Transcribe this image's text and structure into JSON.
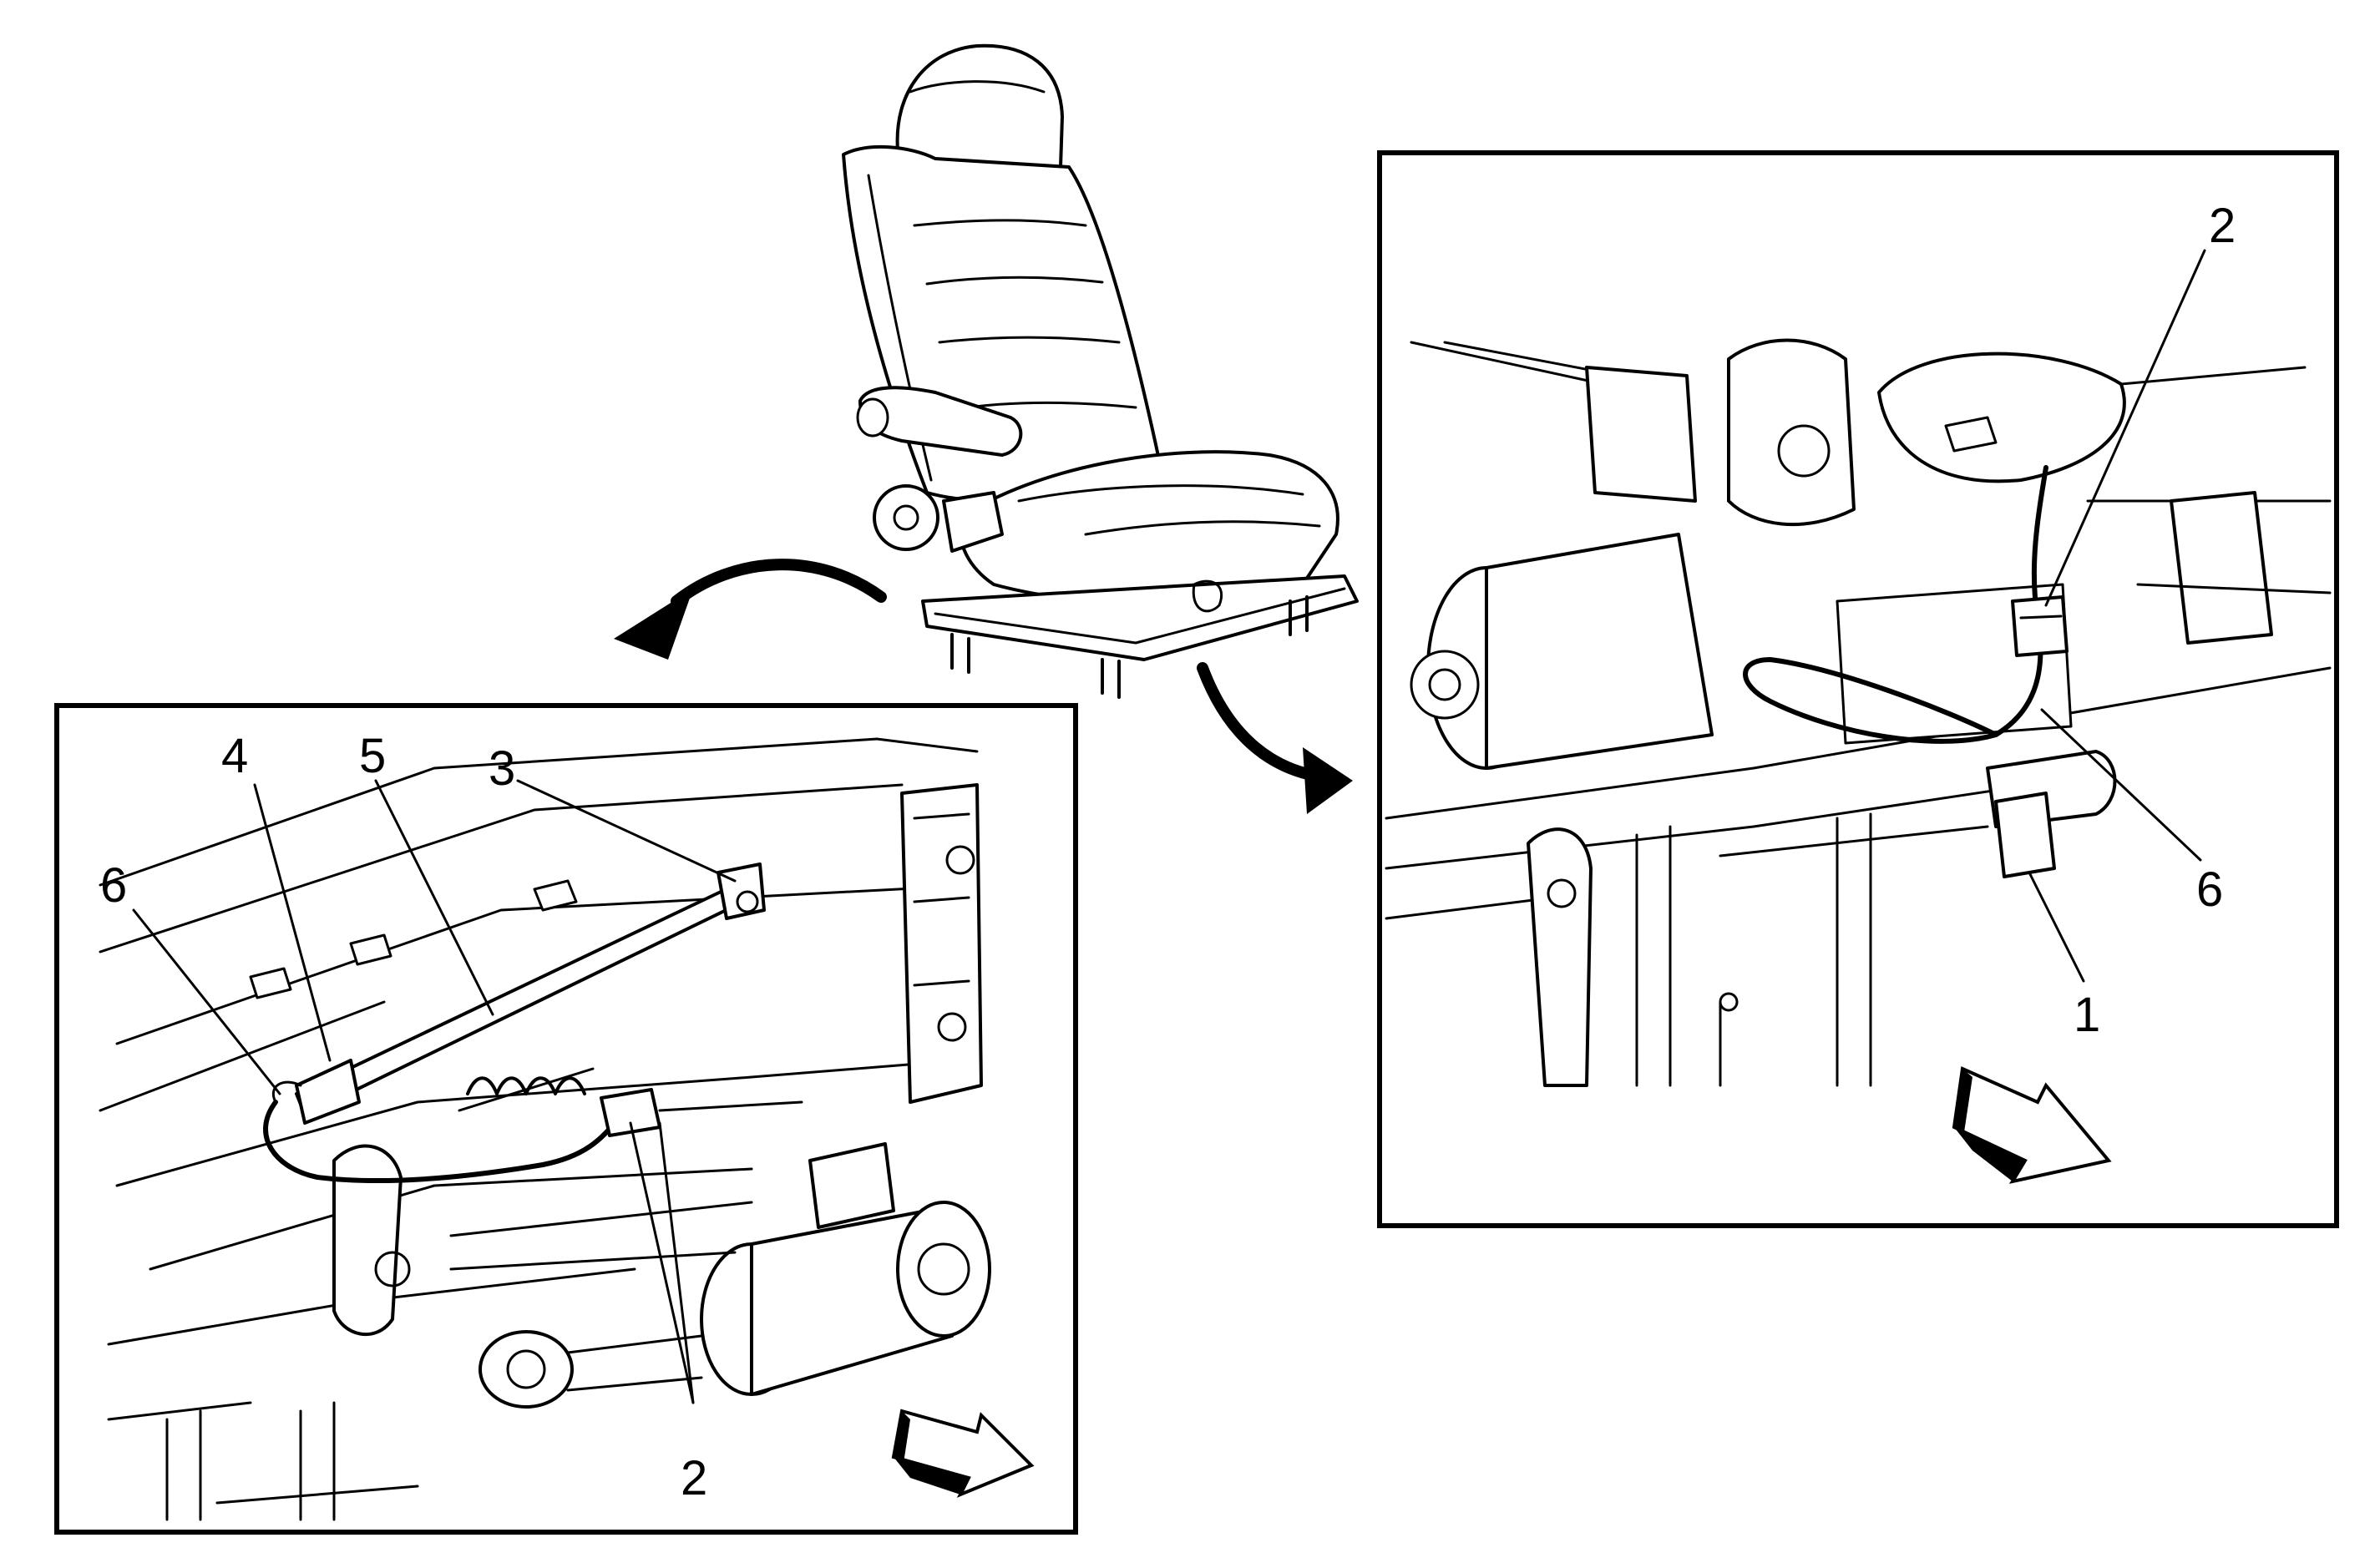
{
  "diagram": {
    "callouts_left": [
      "4",
      "5",
      "3",
      "6",
      "2"
    ],
    "callouts_right": [
      "2",
      "6",
      "1"
    ],
    "line_color": "#000000",
    "background": "#ffffff",
    "icons": [
      "seat-illustration",
      "curved-arrow-left",
      "curved-arrow-right",
      "direction-arrow-left-panel",
      "direction-arrow-right-panel"
    ]
  }
}
